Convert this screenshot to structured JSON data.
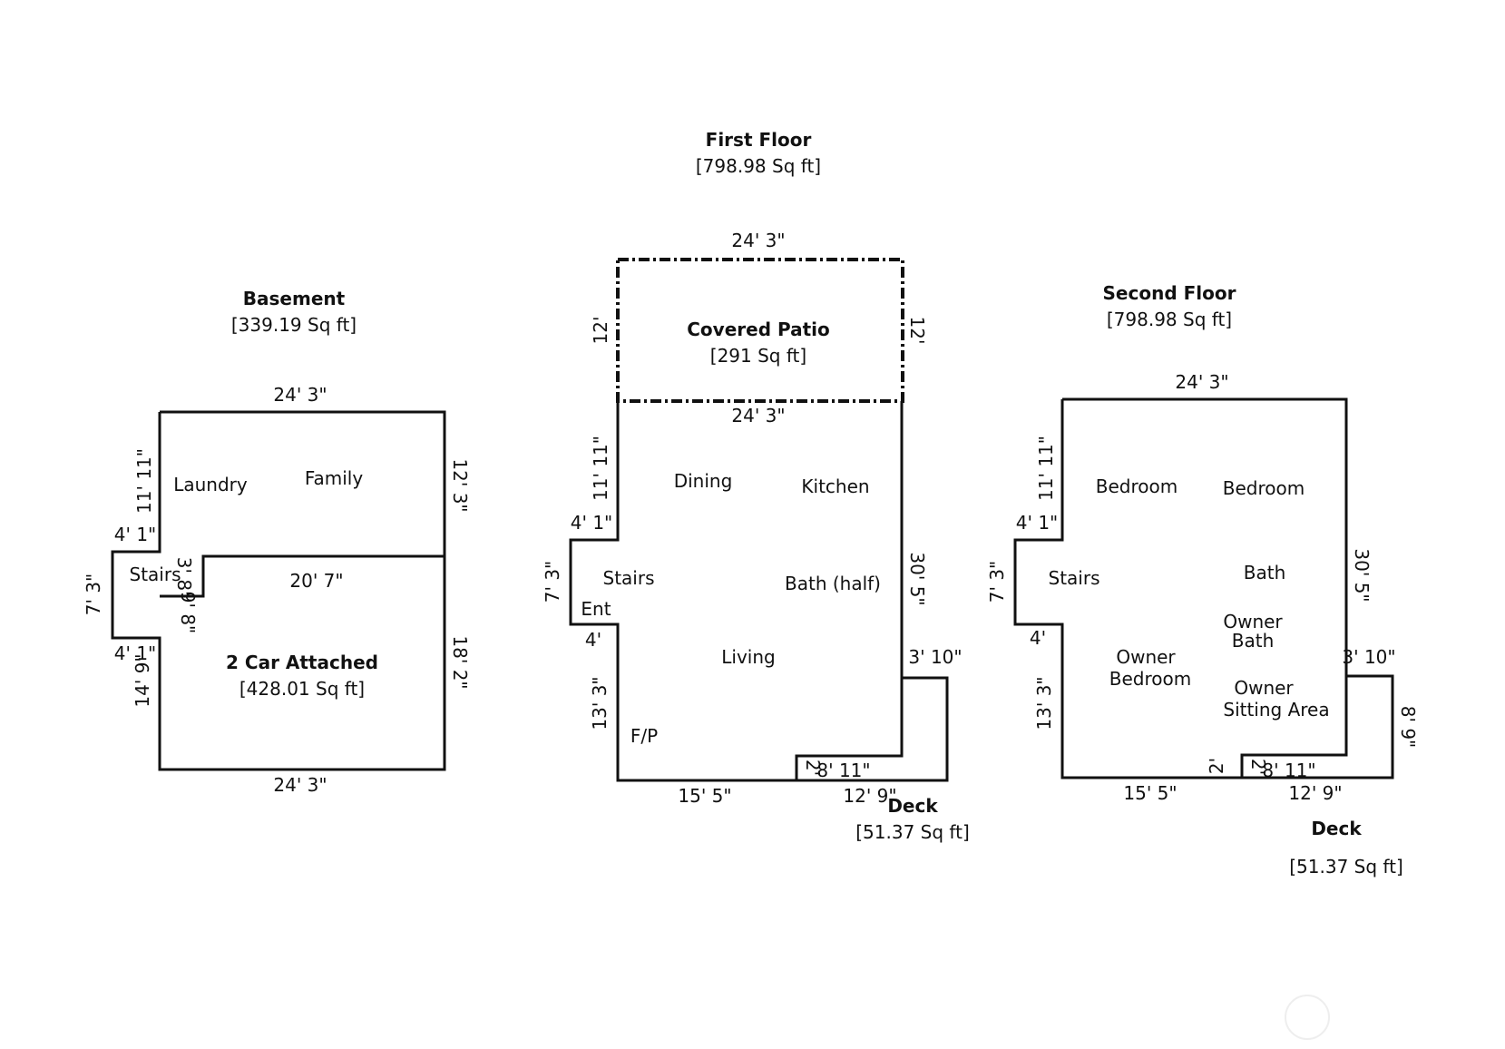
{
  "colors": {
    "background": "#ffffff",
    "ink": "#111111"
  },
  "basement": {
    "title": "Basement",
    "area": "[339.19 Sq ft]",
    "dims": {
      "top": "24' 3\"",
      "right_upper": "12' 3\"",
      "right_lower": "18' 2\"",
      "bottom": "24' 3\"",
      "left_upper": "11' 11\"",
      "step_top": "4' 1\"",
      "stair_height": "7' 3\"",
      "step_bottom": "4' 1\"",
      "left_lower": "14' 9\"",
      "garage_top": "20' 7\"",
      "notch_width": "3' 8\"",
      "notch_height": "9' 8\""
    },
    "rooms": {
      "laundry": "Laundry",
      "family": "Family",
      "stairs": "Stairs"
    },
    "garage": {
      "name": "2 Car Attached",
      "area": "[428.01 Sq ft]"
    }
  },
  "first_floor": {
    "title": "First Floor",
    "area": "[798.98 Sq ft]",
    "patio": {
      "name": "Covered Patio",
      "area": "[291 Sq ft]",
      "top": "24' 3\"",
      "left": "12'",
      "right": "12'",
      "bottom": "24' 3\""
    },
    "dims": {
      "left_upper": "11' 11\"",
      "step_top": "4' 1\"",
      "stair_height": "7' 3\"",
      "step_bottom": "4'",
      "left_lower": "13' 3\"",
      "right": "30' 5\"",
      "deck_top": "3' 10\"",
      "bottom_left": "15' 5\"",
      "bottom_right": "12' 9\"",
      "notch_h": "2'",
      "notch_w": "8' 11\""
    },
    "rooms": {
      "dining": "Dining",
      "kitchen": "Kitchen",
      "stairs": "Stairs",
      "ent": "Ent",
      "bath_half": "Bath (half)",
      "living": "Living",
      "fp": "F/P"
    },
    "deck": {
      "name": "Deck",
      "area": "[51.37 Sq ft]"
    }
  },
  "second_floor": {
    "title": "Second Floor",
    "area": "[798.98 Sq ft]",
    "dims": {
      "top": "24' 3\"",
      "left_upper": "11' 11\"",
      "step_top": "4' 1\"",
      "stair_height": "7' 3\"",
      "step_bottom": "4'",
      "left_lower": "13' 3\"",
      "right": "30' 5\"",
      "deck_top": "3' 10\"",
      "deck_right": "8' 9\"",
      "bottom_left": "15' 5\"",
      "bottom_right": "12' 9\"",
      "notch_h": "2'",
      "notch_h2": "2'",
      "notch_w": "8' 11\""
    },
    "rooms": {
      "bedroom1": "Bedroom",
      "bedroom2": "Bedroom",
      "stairs": "Stairs",
      "bath": "Bath",
      "owner_bath_1": "Owner",
      "owner_bath_2": "Bath",
      "owner_bedroom_1": "Owner",
      "owner_bedroom_2": "Bedroom",
      "owner_sitting_1": "Owner",
      "owner_sitting_2": "Sitting Area"
    },
    "deck": {
      "name": "Deck",
      "area": "[51.37 Sq ft]"
    }
  }
}
